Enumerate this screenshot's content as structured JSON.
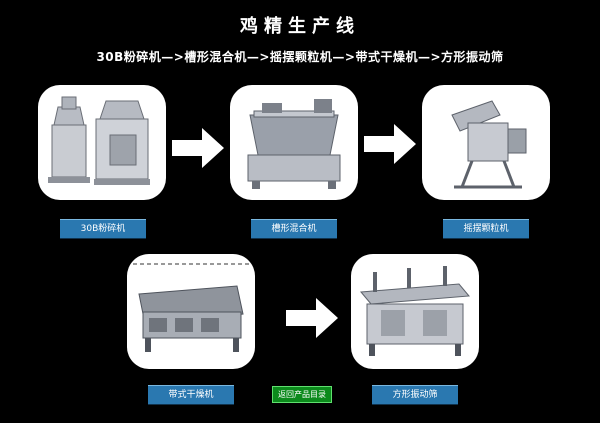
{
  "page": {
    "title": "鸡精生产线",
    "flow_text": "30B粉碎机—>槽形混合机—>摇摆颗粒机—>带式干燥机—>方形振动筛"
  },
  "machines": [
    {
      "label": "30B粉碎机",
      "icon": "grinder-machine-icon"
    },
    {
      "label": "槽形混合机",
      "icon": "trough-mixer-icon"
    },
    {
      "label": "摇摆颗粒机",
      "icon": "oscillating-granulator-icon"
    },
    {
      "label": "带式干燥机",
      "icon": "belt-dryer-icon"
    },
    {
      "label": "方形振动筛",
      "icon": "square-vibrating-screen-icon"
    }
  ],
  "back_button": {
    "label": "返回产品目录"
  },
  "colors": {
    "background": "#000000",
    "card": "#ffffff",
    "label_bar": "#2a78b0",
    "back_button": "#0c8a1c"
  }
}
